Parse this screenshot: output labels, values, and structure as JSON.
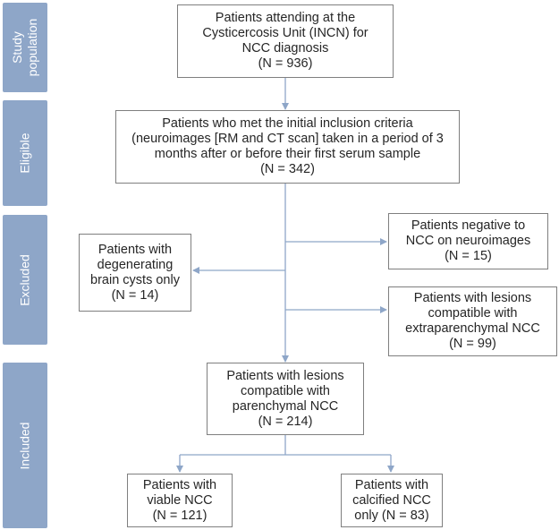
{
  "sections": {
    "study_population": "Study\npopulation",
    "eligible": "Eligible",
    "excluded": "Excluded",
    "included": "Included"
  },
  "boxes": {
    "attending": "Patients attending at the\nCysticercosis Unit (INCN) for\nNCC diagnosis\n(N = 936)",
    "eligible": "Patients who met the initial inclusion criteria\n(neuroimages [RM and CT scan] taken in a period of 3\nmonths after or before their first serum sample\n(N = 342)",
    "degenerating": "Patients with\ndegenerating\nbrain cysts only\n(N = 14)",
    "negative": "Patients negative to\nNCC on neuroimages\n(N = 15)",
    "extraparenchymal": "Patients with lesions\ncompatible with\nextraparenchymal NCC\n(N = 99)",
    "parenchymal": "Patients with lesions\ncompatible with\nparenchymal NCC\n(N = 214)",
    "viable": "Patients with\nviable NCC\n(N = 121)",
    "calcified": "Patients with\ncalcified NCC\nonly (N = 83)"
  },
  "colors": {
    "sidebar": "#8ea6c8",
    "arrow": "#8ea6c8",
    "box_border": "#7f7f7f",
    "text": "#262626"
  }
}
